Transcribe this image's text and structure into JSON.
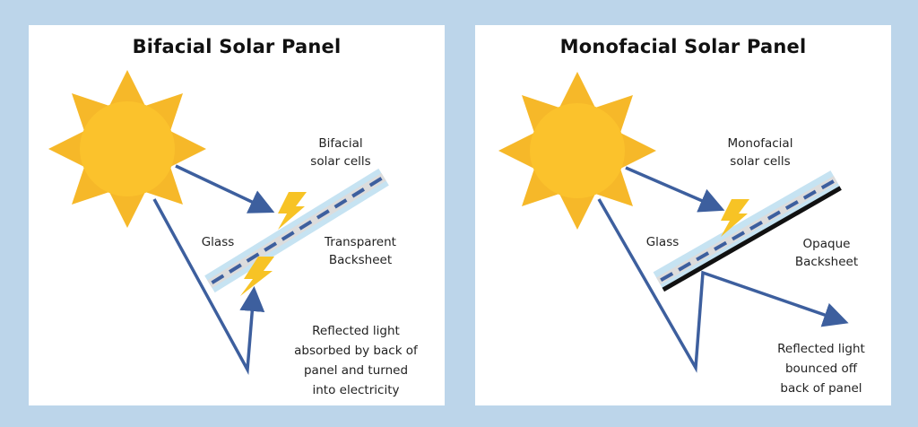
{
  "panels": [
    {
      "title": "Bifacial Solar Panel",
      "labels": {
        "cells_line1": "Bifacial",
        "cells_line2": "solar cells",
        "glass": "Glass",
        "backsheet_line1": "Transparent",
        "backsheet_line2": "Backsheet",
        "note": [
          "Reflected light",
          "absorbed by back of",
          "panel and turned",
          "into electricity"
        ]
      },
      "backsheet_type": "transparent"
    },
    {
      "title": "Monofacial Solar Panel",
      "labels": {
        "cells_line1": "Monofacial",
        "cells_line2": "solar cells",
        "glass": "Glass",
        "backsheet_line1": "Opaque",
        "backsheet_line2": "Backsheet",
        "note": [
          "Reflected light",
          "bounced off",
          "back of panel"
        ]
      },
      "backsheet_type": "opaque"
    }
  ],
  "colors": {
    "background": "#bcd5ea",
    "sun_rays": "#f6b829",
    "sun_core": "#fbc22c",
    "arrow": "#3d5f9e",
    "glass": "#c6e3f2",
    "cell_band": "#dcdcdc",
    "cell_dash": "#3d5f9e",
    "lightning": "#f7c325",
    "opaque_backsheet": "#111111"
  }
}
